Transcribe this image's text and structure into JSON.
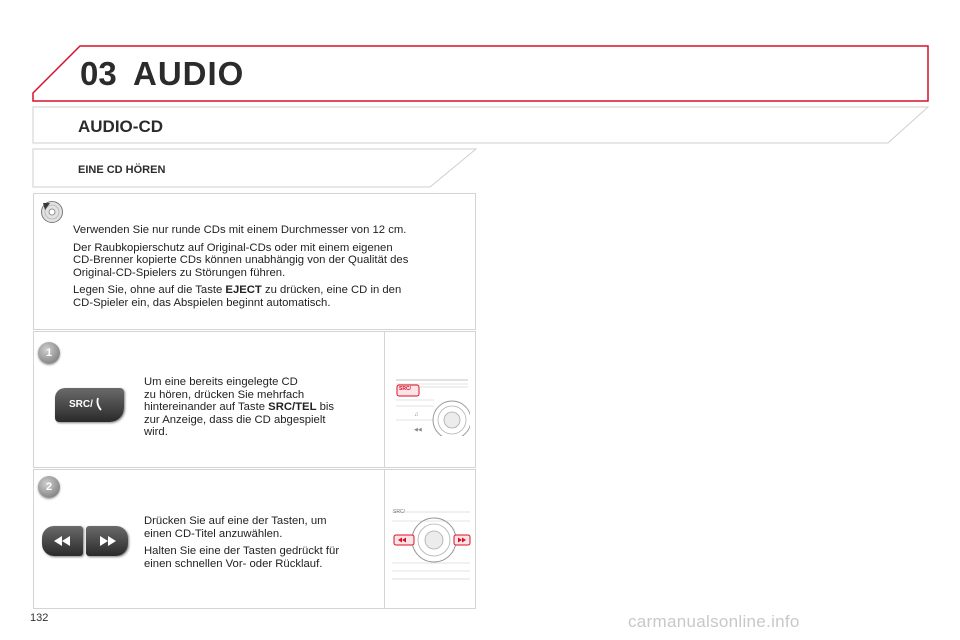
{
  "header": {
    "chapter_number": "03",
    "chapter_title": "AUDIO"
  },
  "section": {
    "title": "AUDIO-CD"
  },
  "subsection": {
    "title": "EINE CD HÖREN"
  },
  "info_block": {
    "icon": "cd-disc-icon",
    "p1": "Verwenden Sie nur runde CDs mit einem Durchmesser von 12 cm.",
    "p2_line1": "Der Raubkopierschutz auf Original-CDs oder mit einem eigenen",
    "p2_line2": "CD-Brenner kopierte CDs können unabhängig von der Qualität des",
    "p2_line3": "Original-CD-Spielers zu Störungen führen.",
    "p3_pre": "Legen Sie, ohne auf die Taste ",
    "p3_bold": "EJECT",
    "p3_post": " zu drücken, eine CD in den",
    "p3_line2": "CD-Spieler ein, das Abspielen beginnt automatisch."
  },
  "step1": {
    "number": "1",
    "button_label": "SRC/",
    "line1": "Um eine bereits eingelegte CD",
    "line2": "zu hören, drücken Sie mehrfach",
    "line3_pre": "hintereinander auf Taste ",
    "line3_bold": "SRC/TEL",
    "line3_post": " bis",
    "line4": "zur Anzeige, dass die CD abgespielt",
    "line5": "wird.",
    "panel_label": "SRC/"
  },
  "step2": {
    "number": "2",
    "p1_line1": "Drücken Sie auf eine der Tasten, um",
    "p1_line2": "einen CD-Titel anzuwählen.",
    "p2_line1": "Halten Sie eine der Tasten gedrückt für",
    "p2_line2": "einen schnellen Vor- oder Rücklauf.",
    "panel_label": "SRC/"
  },
  "footer": {
    "page_number": "132",
    "watermark": "carmanualsonline.info"
  },
  "colors": {
    "accent_red": "#d8102a",
    "frame_gray": "#c8c8c8"
  }
}
